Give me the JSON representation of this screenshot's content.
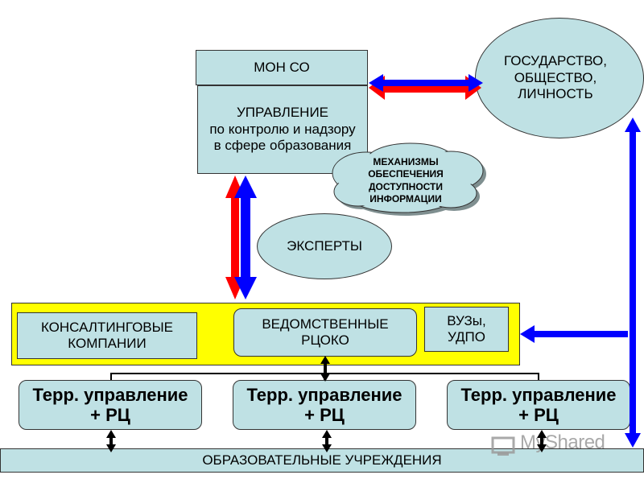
{
  "ministry": {
    "top_label": "МОН СО",
    "dept_label": "УПРАВЛЕНИЕ\nпо контролю и надзору\nв сфере образования"
  },
  "society": {
    "label": "ГОСУДАРСТВО,\nОБЩЕСТВО,\nЛИЧНОСТЬ"
  },
  "cloud": {
    "label": "МЕХАНИЗМЫ\nОБЕСПЕЧЕНИЯ\nДОСТУПНОСТИ\nИНФОРМАЦИИ"
  },
  "experts": {
    "label": "ЭКСПЕРТЫ"
  },
  "band": {
    "consulting": "КОНСАЛТИНГОВЫЕ\nКОМПАНИИ",
    "departmental": "ВЕДОМСТВЕННЫЕ\nРЦОКО",
    "universities": "ВУЗы,\nУДПО"
  },
  "regional": [
    {
      "label": "Терр. управление\n+ РЦ"
    },
    {
      "label": "Терр. управление\n+ РЦ"
    },
    {
      "label": "Терр. управление\n+ РЦ"
    }
  ],
  "institutions": {
    "label": "ОБРАЗОВАТЕЛЬНЫЕ УЧРЕЖДЕНИЯ"
  },
  "watermark": {
    "text": "MyShared"
  },
  "colors": {
    "box_fill": "#bfe1e4",
    "band_fill": "#ffff00",
    "arrow_red": "#ff0000",
    "arrow_blue": "#0000ff"
  }
}
